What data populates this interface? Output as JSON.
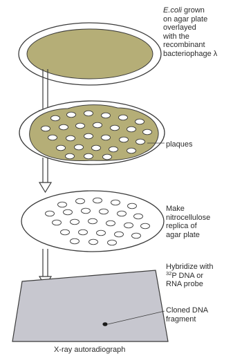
{
  "steps": [
    {
      "organism": "E.coli",
      "lines": [
        " grown",
        "on agar plate",
        "overlayed",
        "with the",
        "recombinant",
        "bacteriophage λ"
      ]
    },
    {
      "label": "plaques"
    },
    {
      "lines": [
        "Make",
        "nitrocellulose",
        "replica of",
        "agar plate"
      ]
    },
    {
      "line1": "Hybridize with",
      "isotope_mass": "32",
      "line2_rest": "P DNA or",
      "line3": "RNA probe"
    }
  ],
  "cloned_fragment": {
    "lines": [
      "Cloned DNA",
      "fragment"
    ]
  },
  "film_caption": "X-ray autoradiograph",
  "colors": {
    "agar": "#b5ae77",
    "plate_fill": "#ffffff",
    "outline": "#3a3a3a",
    "film": "#c7c7cf",
    "spot": "#1a1a1a"
  },
  "icons": {
    "plaque": "oval-hole",
    "arrow": "down-hollow-arrow",
    "hybridization_spot": "filled-dot"
  }
}
